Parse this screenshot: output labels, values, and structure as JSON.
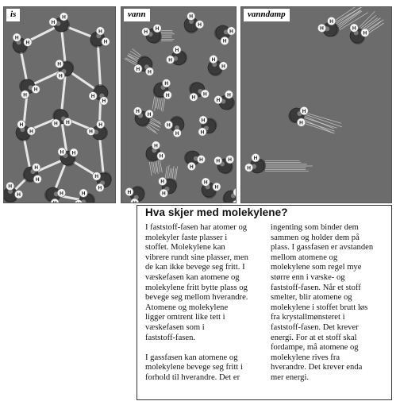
{
  "panels": {
    "solid": {
      "label": "is"
    },
    "liquid": {
      "label": "vann"
    },
    "gas": {
      "label": "vanndamp"
    }
  },
  "molecule": {
    "atom_label": "H"
  },
  "colors": {
    "panel_bg": "#6c6c6c",
    "oxygen": "#3a3a3a",
    "hydrogen": "#f4f4f4",
    "bond": "#e6e6e6"
  },
  "article": {
    "title": "Hva skjer med molekylene?",
    "left_paragraphs": [
      "I faststoff-fasen har atomer og\nmolekyler faste plasser i\nstoffet. Molekylene kan\nvibrere rundt sine plasser, men\nde kan ikke bevege seg fritt. I\nvæskefasen kan atomene og\nmolekylene fritt bytte plass og\nbevege seg mellom hverandre.\nAtomene og molekylene\nligger omtrent like tett i\nvæskefasen som i\nfaststoff-fasen.",
      "I gassfasen kan atomene og\nmolekylene bevege seg fritt i\nforhold til hverandre. Det er"
    ],
    "right_paragraphs": [
      "ingenting som binder dem\nsammen og holder dem på\nplass. I gassfasen er avstanden\nmellom atomene og\nmolekylene som regel mye\nstørre enn i væske- og\nfaststoff-fasen. Når et stoff\nsmelter, blir atomene og\nmolekylene i stoffet brutt løs\nfra krystallmønsteret i\nfaststoff-fasen. Det krever\nenergi. For at et stoff skal\nfordampe, må atomene og\nmolekylene rives fra\nhverandre. Det krever enda\nmer energi."
    ]
  }
}
